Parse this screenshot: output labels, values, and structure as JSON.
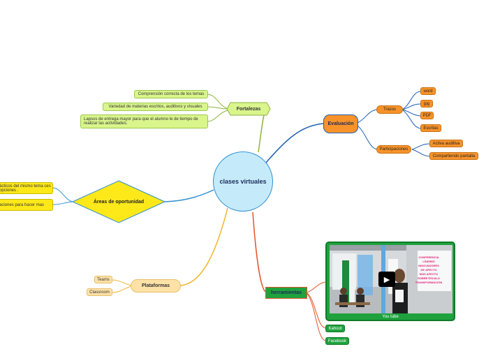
{
  "central": {
    "label": "clases virtuales"
  },
  "fortalezas": {
    "label": "Fortalezas",
    "items": [
      "Comprensión correcta de los temas",
      "Variedad de materias escritos, auditivos y visuales",
      "Lapsos de entrega mayor para que el alumno le de tiempo de realizar las actividades."
    ]
  },
  "areas": {
    "label": "Áreas de oportunidad",
    "items": [
      "ácticos del mismo tema ces opciones .",
      "aciones para hacer mas"
    ]
  },
  "plataformas": {
    "label": "Plataformas",
    "items": [
      "Teams",
      "Classroom"
    ]
  },
  "evaluacion": {
    "label": "Evaluación",
    "trazos": {
      "label": "Trazos",
      "items": [
        "word",
        "jpg",
        "PDF",
        "Escritas"
      ]
    },
    "participaciones": {
      "label": "Participaciones",
      "items": [
        "Activa auditiva",
        "Compartiendo pantalla"
      ]
    }
  },
  "herramientas": {
    "label": "herramientas",
    "video": {
      "caption": "You tube",
      "slide_lines": [
        "CONFERENCIA",
        "LÍDERES",
        "INNOVADORES",
        "DE AFECTO",
        "MÁS AFECTO",
        "SOBRE ESCALA",
        "TRANSFORMACIÓN"
      ]
    },
    "items": [
      "Kahoot",
      "Facebook"
    ]
  },
  "colors": {
    "central_fill": "#c5ebfb",
    "central_border": "#2e8fd1",
    "fortalezas_branch": "#8db33c",
    "areas_branch": "#2e8fd1",
    "plataformas_branch": "#f0b428",
    "evaluacion_branch": "#1f5fb5",
    "herramientas_branch": "#e2542a"
  }
}
